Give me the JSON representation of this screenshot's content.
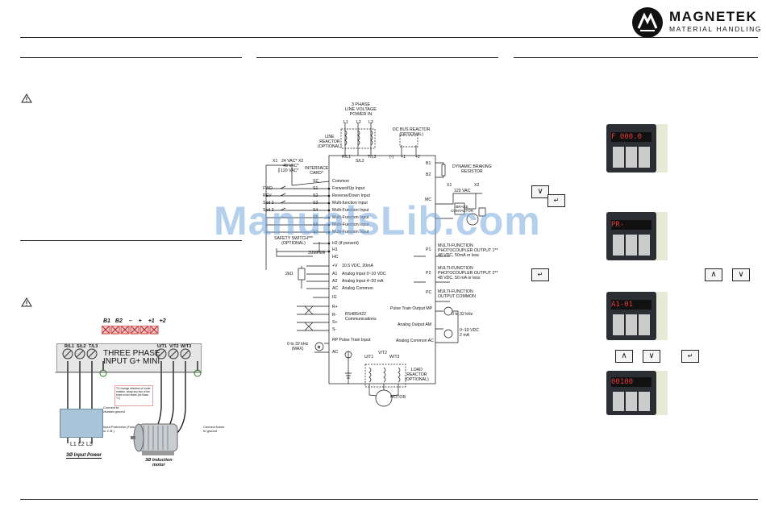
{
  "header": {
    "brand_name": "MAGNETEK",
    "brand_subtitle": "MATERIAL HANDLING"
  },
  "watermark": "ManualsLib.com",
  "left_panel": {
    "terminals_top": [
      "B1",
      "B2",
      "–",
      "+",
      "+1",
      "+2"
    ],
    "input_terminals": [
      "R/L1",
      "S/L2",
      "T/L3"
    ],
    "output_terminals": [
      "U/T1",
      "V/T2",
      "W/T3"
    ],
    "drive_label_line1": "THREE PHASE",
    "drive_label_line2": "INPUT G+ MINI",
    "bottom_line_labels": [
      "L1",
      "L2",
      "L3"
    ],
    "input_power_label": "3Ø Input Power",
    "motor_label_line1": "3Ø Induction",
    "motor_label_line2": "motor",
    "connect_to_chassis": "Connect to chassis ground",
    "input_protection": "Input Protection (Fuse or C.B.)",
    "connect_frame": "Connect frame to ground",
    "note_text": "TO change direction of motor rotation, swap any two of the three motor leads (for Base °C)"
  },
  "diagram": {
    "power_in_line1": "3 PHASE",
    "power_in_line2": "LINE VOLTAGE",
    "power_in_line3": "POWER IN",
    "power_lines": [
      "L1",
      "L2",
      "L3"
    ],
    "line_reactor": [
      "LINE",
      "REACTOR",
      "(OPTIONAL)"
    ],
    "dc_bus_reactor": [
      "DC BUS REACTOR",
      "(OPTIONAL)"
    ],
    "top_terminals": [
      "R/L1",
      "S/L2",
      "T/L3",
      "(-)",
      "+1",
      "+2"
    ],
    "b_terminals": [
      "B1",
      "B2"
    ],
    "dynamic_braking": [
      "DYNAMIC BRAKING",
      "RESISTOR"
    ],
    "interface_card": [
      "INTERFACE",
      "CARD*"
    ],
    "x_labels": [
      "X1",
      "24 VAC* X2",
      "48 VAC*",
      "120 VAC*"
    ],
    "inputs": [
      {
        "term": "SC",
        "desc": "Common",
        "ext": ""
      },
      {
        "term": "S1",
        "desc": "Forward/Up Input",
        "ext": "FWD"
      },
      {
        "term": "S2",
        "desc": "Reverse/Down Input",
        "ext": "REV"
      },
      {
        "term": "S3",
        "desc": "Multi-function Input",
        "ext": "Spd 2"
      },
      {
        "term": "S4",
        "desc": "Multi-Function Input",
        "ext": "Spd 3"
      },
      {
        "term": "S5",
        "desc": "Multi-Function Input",
        "ext": ""
      },
      {
        "term": "S6",
        "desc": "Multi-Function Input",
        "ext": ""
      },
      {
        "term": "S7",
        "desc": "Multi-Function Input",
        "ext": ""
      }
    ],
    "h2_label": "H2 (if present)",
    "safety_switch": [
      "SAFETY SWITCH***",
      "(OPTIONAL)"
    ],
    "h1": "H1",
    "jumper": "JUMPER",
    "hc": "HC",
    "analog_inputs": [
      {
        "term": "+V",
        "desc": "10.5 VDC, 20mA"
      },
      {
        "term": "A1",
        "desc": "Analog Input 0~10 VDC"
      },
      {
        "term": "A2",
        "desc": "Analog Input 4~20 mA"
      },
      {
        "term": "AC",
        "desc": "Analog Common"
      }
    ],
    "pot": "2kΩ",
    "ig": "IG",
    "rs485": [
      "R+",
      "R-",
      "S+",
      "S-"
    ],
    "rs485_label": [
      "RS485/422",
      "Communications"
    ],
    "rp_label": "RP  Pulse Train Input",
    "pulse_in_freq": [
      "0 to 32 kHz",
      "(MAX)"
    ],
    "ac_bottom": "AC",
    "bottom_terminals": [
      "U/T1",
      "V/T2",
      "W/T3"
    ],
    "load_reactor": [
      "LOAD",
      "REACTOR",
      "(OPTIONAL)"
    ],
    "motor": "MOTOR",
    "x_brake": [
      "X1",
      "X2",
      "120 VAC"
    ],
    "mc": "MC",
    "brake_contactor": [
      "BRAKE",
      "CONTACTOR"
    ],
    "outputs": [
      {
        "term": "P1",
        "desc": [
          "MULTI-FUNCTION",
          "PHOTOCOUPLER OUTPUT 1**",
          "48 VDC, 50mA or less"
        ]
      },
      {
        "term": "P2",
        "desc": [
          "MULTI-FUNCTION",
          "PHOTOCOUPLER OUTPUT 2**",
          "48 VDC, 50 mA or less"
        ]
      },
      {
        "term": "PC",
        "desc": [
          "MULTI-FUNCTION",
          "OUTPUT COMMON"
        ]
      }
    ],
    "pulse_out": "Pulse Train Output  MP",
    "pulse_out_freq": "0 to 32 kHz",
    "analog_out": "Analog Output  AM",
    "analog_out_spec": [
      "0~10 VDC",
      "2 mA"
    ],
    "analog_common": "Analog Common  AC"
  },
  "keypads": [
    {
      "display": "F 000.0",
      "status": "IIIII"
    },
    {
      "display": "PR-",
      "status": ""
    },
    {
      "display": "A1-01",
      "status": ""
    },
    {
      "display": "00100",
      "status": ""
    }
  ],
  "key_icons": [
    "down-arrow-key",
    "enter-key",
    "up-arrow-key",
    "data-enter-key"
  ],
  "colors": {
    "led": "#e23b3b",
    "keypad_body": "#2b2f33",
    "watermark": "#78aadc"
  }
}
